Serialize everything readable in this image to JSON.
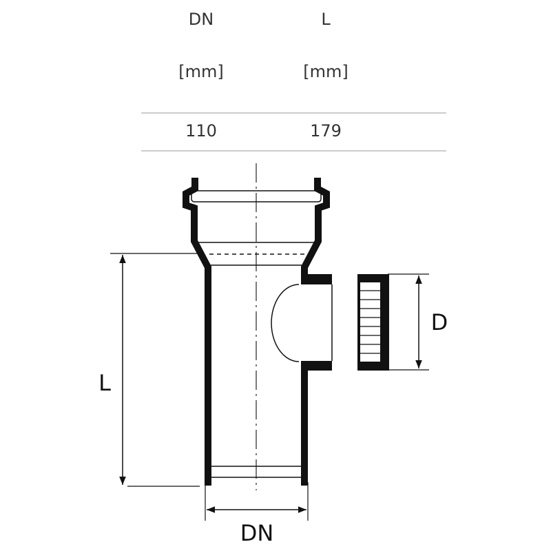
{
  "table": {
    "headers": [
      {
        "name": "DN",
        "unit": "[mm]"
      },
      {
        "name": "L",
        "unit": "[mm]"
      }
    ],
    "rows": [
      [
        "110",
        "179"
      ]
    ]
  },
  "drawing": {
    "labels": {
      "length": "L",
      "diameter_nominal": "DN",
      "cap_diameter": "D"
    }
  }
}
